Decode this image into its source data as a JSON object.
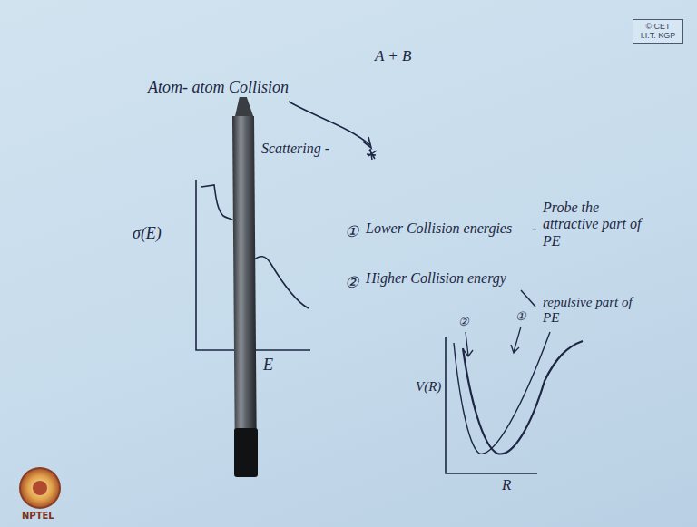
{
  "diagram": {
    "nodes": [
      {
        "text": [
          "© CET I.I.T. KGP"
        ]
      }
    ],
    "labels": [
      "Atom- atom Collision",
      "A + B",
      "Scattering -",
      "σ(E)",
      "E",
      "①",
      "Lower Collision energies",
      "-",
      "Probe the attractive part of PE",
      "②",
      "Higher Collision energy",
      "repulsive part of PE",
      "V(R)",
      "R",
      "②",
      "①",
      "NPTEL"
    ]
  }
}
